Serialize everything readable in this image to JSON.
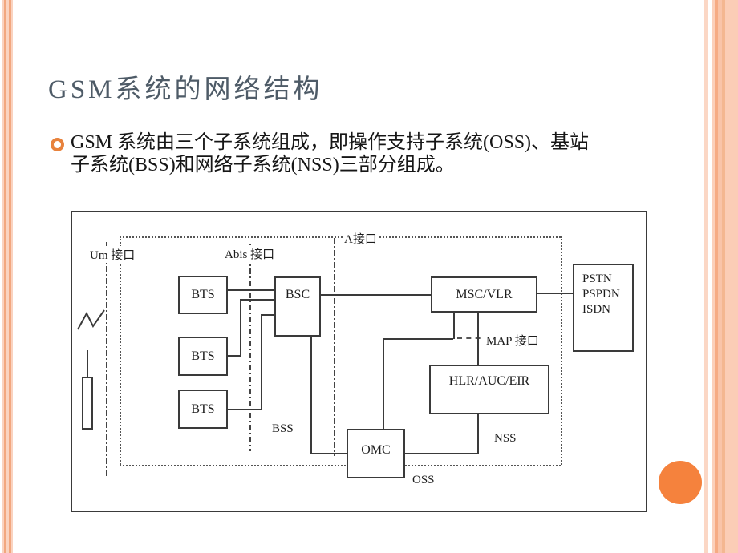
{
  "slide": {
    "title": "GSM系统的网络结构",
    "bullet_lines": [
      "GSM 系统由三个子系统组成，即操作支持子系统(OSS)、基站",
      "子系统(BSS)和网络子系统(NSS)三部分组成。"
    ]
  },
  "diagram": {
    "boxes": {
      "bts1": "BTS",
      "bts2": "BTS",
      "bts3": "BTS",
      "bsc": "BSC",
      "msc": "MSC/VLR",
      "hlr": "HLR/AUC/EIR",
      "omc": "OMC",
      "pstn_lines": [
        "PSTN",
        "PSPDN",
        "ISDN"
      ]
    },
    "labels": {
      "um": "Um 接口",
      "abis": "Abis 接口",
      "a": "A接口",
      "map": "MAP 接口",
      "bss": "BSS",
      "nss": "NSS",
      "oss": "OSS"
    }
  },
  "colors": {
    "title": "#4e5b67",
    "accent": "#f5823d",
    "stripe_light": "#fad3c0",
    "stripe_dark": "#f2a77f",
    "line": "#3a3a3a"
  }
}
